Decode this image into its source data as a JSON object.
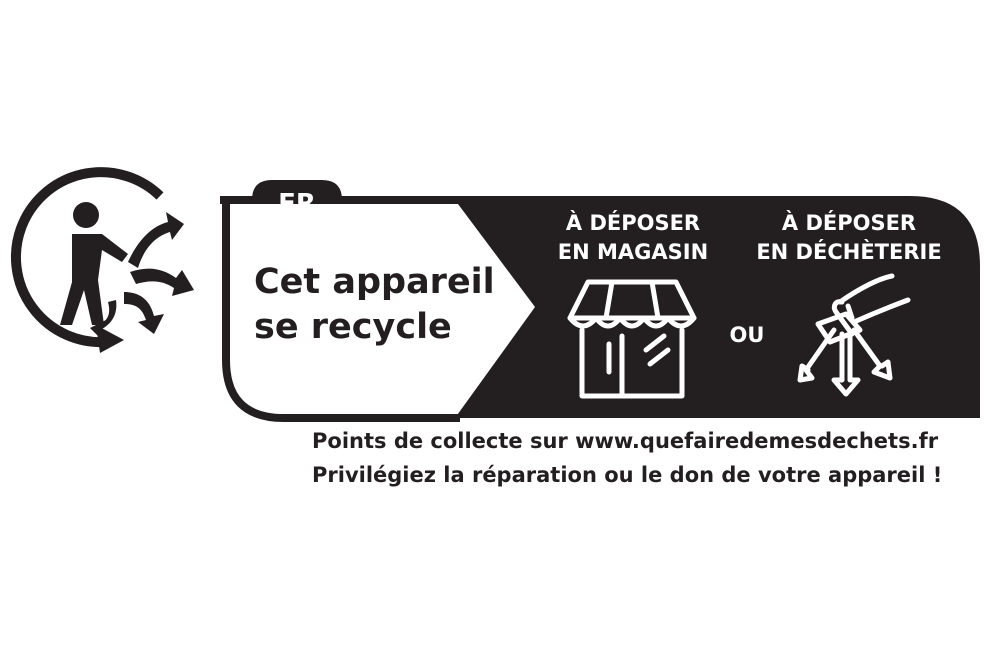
{
  "label": {
    "country": "FR",
    "headline": [
      "Cet appareil",
      "se recycle"
    ],
    "destinations": [
      {
        "lines": [
          "À DÉPOSER",
          "EN MAGASIN"
        ],
        "icon": "shop-icon"
      },
      {
        "lines": [
          "À DÉPOSER",
          "EN DÉCHÈTERIE"
        ],
        "icon": "recycling-center-icon"
      }
    ],
    "or_text": "OU",
    "footer": [
      "Points de collecte sur www.quefairedemesdechets.fr",
      "Privilégiez la réparation ou le don de votre appareil !"
    ]
  },
  "logo": {
    "icon": "triman-icon"
  },
  "colors": {
    "ink": "#231f20",
    "background": "#ffffff"
  }
}
